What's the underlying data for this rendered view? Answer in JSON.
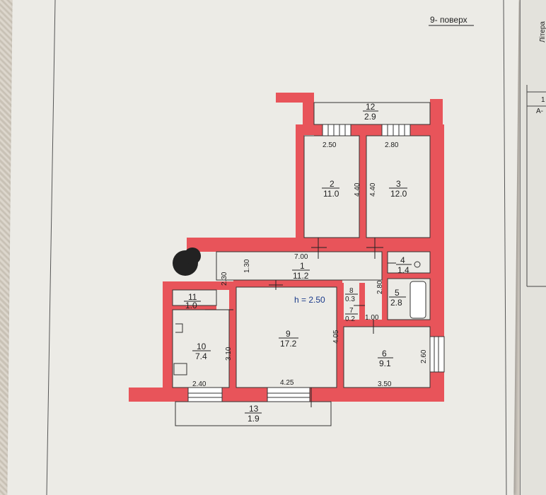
{
  "floor_label": "9- поверх",
  "height_note": "h = 2.50",
  "side_sheet": {
    "title": "Літера",
    "cell1": "1",
    "cell2": "А-"
  },
  "rooms": [
    {
      "id": "12",
      "area": "2.9"
    },
    {
      "id": "2",
      "area": "11.0"
    },
    {
      "id": "3",
      "area": "12.0"
    },
    {
      "id": "1",
      "area": "11.2"
    },
    {
      "id": "4",
      "area": "1.4"
    },
    {
      "id": "5",
      "area": "2.8"
    },
    {
      "id": "8",
      "area": "0.3"
    },
    {
      "id": "7",
      "area": "0.2"
    },
    {
      "id": "11",
      "area": "1.0"
    },
    {
      "id": "10",
      "area": "7.4"
    },
    {
      "id": "9",
      "area": "17.2"
    },
    {
      "id": "6",
      "area": "9.1"
    },
    {
      "id": "13",
      "area": "1.9"
    }
  ],
  "dimensions": {
    "room2_width": "2.50",
    "room3_width": "2.80",
    "room2_height": "4.40",
    "room3_height": "4.40",
    "corridor_length": "7.00",
    "corridor_width": "1.30",
    "hall_height": "2.30",
    "bath_height": "2.80",
    "closet_width": "1.00",
    "room9_height": "4.05",
    "room10_height": "3.10",
    "room6_height": "2.60",
    "room10_width": "2.40",
    "room9_width": "4.25",
    "room6_width": "3.50"
  },
  "colors": {
    "wall": "#e8545a",
    "paper": "#ecebe6",
    "line": "#333333"
  }
}
